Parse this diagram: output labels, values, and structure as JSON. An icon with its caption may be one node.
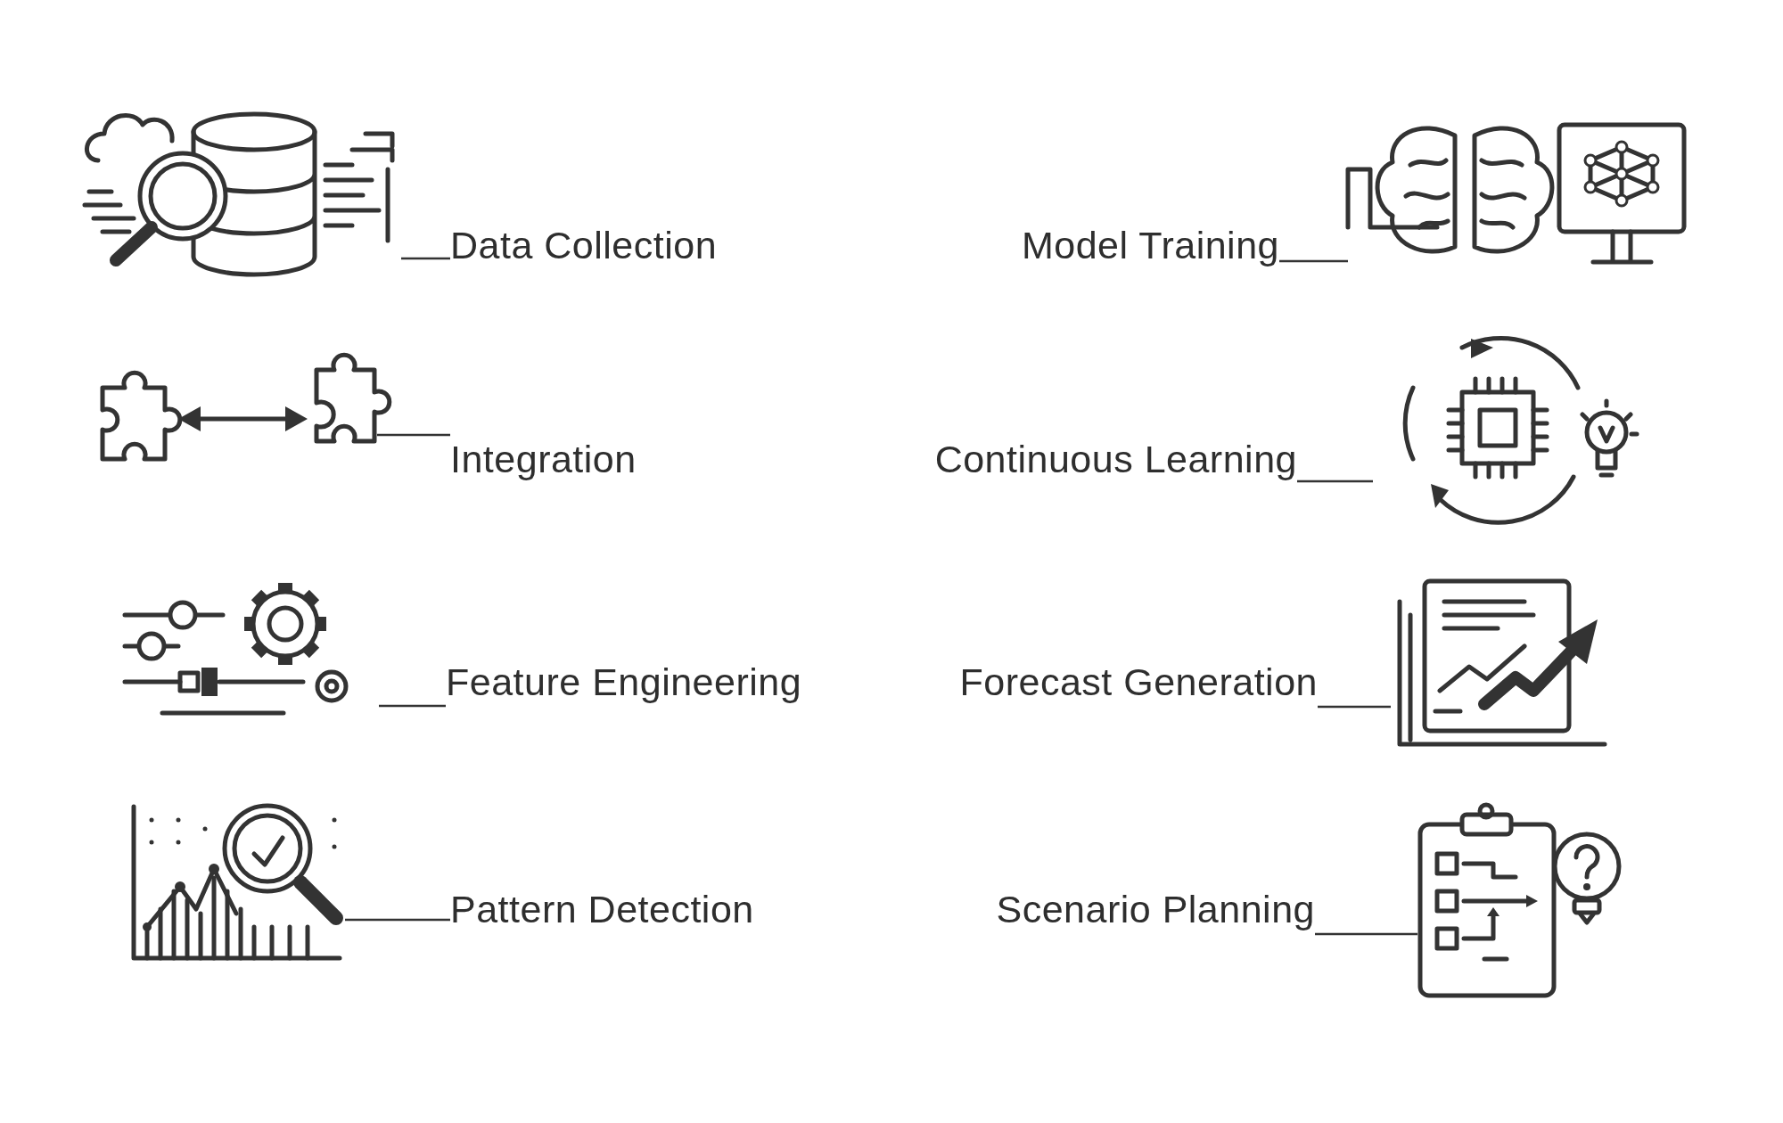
{
  "diagram": {
    "nodes": [
      {
        "text": [],
        "shape": "picture"
      },
      {
        "text": [
          "Data Collection"
        ]
      },
      {
        "text": [
          "Model Training"
        ]
      },
      {
        "text": [],
        "shape": "picture"
      },
      {
        "text": [],
        "shape": "picture"
      },
      {
        "text": [
          "Integration"
        ]
      },
      {
        "text": [
          "Continuous Learning"
        ]
      },
      {
        "text": [],
        "shape": "picture"
      },
      {
        "text": [],
        "shape": "picture"
      },
      {
        "text": [
          "Feature Engineering"
        ]
      },
      {
        "text": [
          "Forecast Generation"
        ]
      },
      {
        "text": [],
        "shape": "picture"
      },
      {
        "text": [],
        "shape": "picture"
      },
      {
        "text": [
          "Pattern Detection"
        ]
      },
      {
        "text": [
          "Scenario Planning"
        ]
      },
      {
        "text": [],
        "shape": "picture"
      }
    ],
    "edges": [
      {
        "from": 1,
        "to": 0,
        "arrow": "none"
      },
      {
        "from": 2,
        "to": 3,
        "arrow": "none"
      },
      {
        "from": 5,
        "to": 4,
        "arrow": "none"
      },
      {
        "from": 6,
        "to": 7,
        "arrow": "none"
      },
      {
        "from": 9,
        "to": 8,
        "arrow": "none"
      },
      {
        "from": 10,
        "to": 11,
        "arrow": "none"
      },
      {
        "from": 13,
        "to": 12,
        "arrow": "none"
      },
      {
        "from": 14,
        "to": 15,
        "arrow": "none"
      }
    ]
  }
}
